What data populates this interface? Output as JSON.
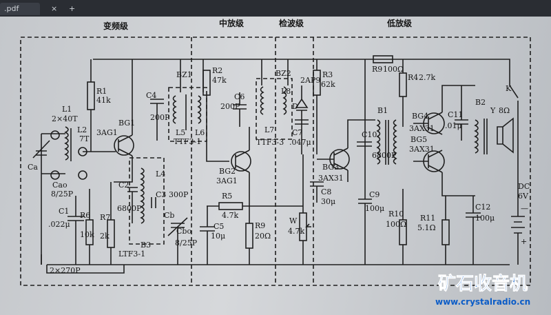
{
  "browser": {
    "tab_label": ".pdf",
    "close_glyph": "×",
    "new_tab_glyph": "+"
  },
  "sections": [
    "变频级",
    "中放级",
    "检波级",
    "低放级"
  ],
  "components": {
    "L1": "L1",
    "L1_turns": "2×40T",
    "L2": "L2",
    "L2_turns": "7T",
    "Ca": "Ca",
    "Cao": "Cao",
    "Cao_value": "8/25P",
    "BG1": "BG1",
    "BG1_type": "3AG1",
    "R1": "R1",
    "R1_value": "41k",
    "C1": "C1",
    "C1_value": ".022μ",
    "R6": "R6",
    "R6_value": "10k",
    "R7": "R7",
    "R7_value": "2k",
    "C2": "C2",
    "C2_value": "6800P",
    "L4": "L4",
    "C3": "C3",
    "C3_value": "300P",
    "Cb": "Cb",
    "Cbo": "Cbo",
    "Cbo_value": "8/25P",
    "B3": "B3",
    "LTF31": "LTF3-1",
    "cap_2x270": "2×270P",
    "C4": "C4",
    "C4_value": "200P",
    "BZ1": "BZ1",
    "L5": "L5",
    "L6": "L6",
    "TTF31": "TTF3-1",
    "R2": "R2",
    "R2_value": "47k",
    "C6": "C6",
    "C6_value": "200P",
    "BG2": "BG2",
    "BG2_type": "3AG1",
    "R5": "R5",
    "R5_value": "4.7k",
    "C5": "C5",
    "C5_value": "10μ",
    "R9": "R9",
    "R9_value": "20Ω",
    "BZ2": "BZ2",
    "L8": "L8",
    "L7": "L7",
    "TTF33": "TTF3-3",
    "D": "D",
    "D_type": "2AP9",
    "C7": "C7",
    "C7_value": ".047μ",
    "R3": "R3",
    "R3_value": "62k",
    "BG3": "BG3",
    "BG3_type": "3AX31",
    "C8": "C8",
    "C8_value": "30μ",
    "W": "W",
    "W_value": "4.7k",
    "R9b": "R9",
    "R9b_value": "100Ω",
    "R4": "R4",
    "R4_value": "2.7k",
    "B1": "B1",
    "C10": "C10",
    "C10_value": "6800P",
    "BG4": "BG4",
    "BG4_type": "3AX31",
    "BG5": "BG5",
    "BG5_type": "3AX31",
    "C11": "C11",
    "C11_value": ".01μ",
    "B2": "B2",
    "Y": "Y",
    "Y_value": "8Ω",
    "K": "K",
    "C9": "C9",
    "C9_value": "100μ",
    "R10": "R10",
    "R10_value": "100Ω",
    "R11": "R11",
    "R11_value": "5.1Ω",
    "C12": "C12",
    "C12_value": "100μ",
    "DC": "DC",
    "DC_value": "6V",
    "plus": "+",
    "minus": "—"
  },
  "watermark": {
    "title": "矿石收音机",
    "url": "www.crystalradio.cn",
    "title_color": "#0b5cc7",
    "url_color": "#0b5cc7"
  }
}
